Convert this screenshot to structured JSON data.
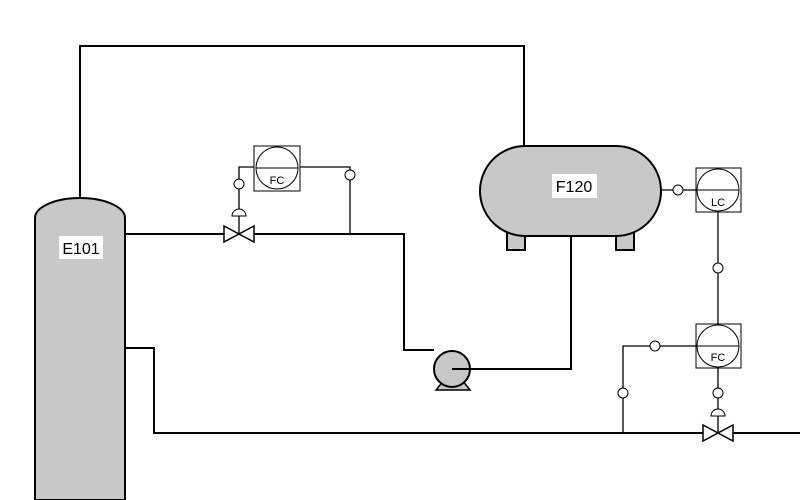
{
  "equipment": {
    "column": {
      "tag": "E101"
    },
    "drum": {
      "tag": "F120"
    }
  },
  "instruments": [
    {
      "tag": "FC"
    },
    {
      "tag": "LC"
    },
    {
      "tag": "FC"
    }
  ],
  "colors": {
    "equipment_fill": "#c8c8c8",
    "line": "#000000",
    "background": "#ffffff"
  }
}
